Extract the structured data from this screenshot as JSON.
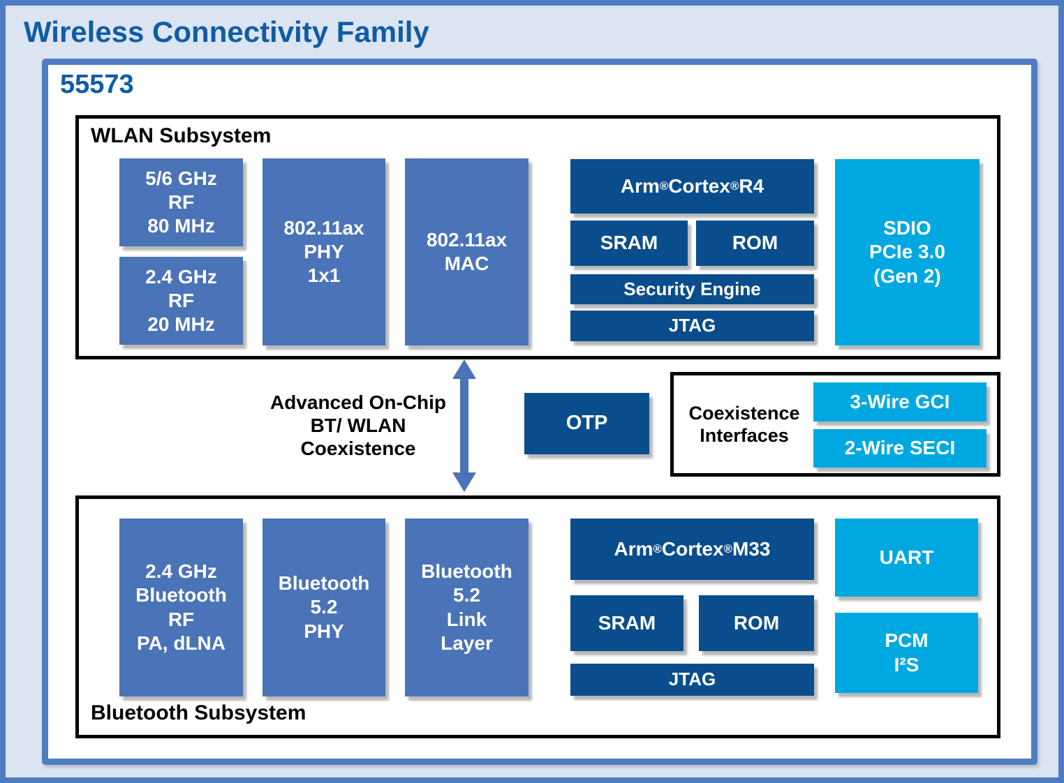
{
  "title": "Wireless Connectivity Family",
  "chip": {
    "name": "55573"
  },
  "colors": {
    "background": "#dce3f1",
    "frame_blue": "#4f7dc2",
    "title_blue": "#0f5ca6",
    "block_blue": "#4a73b8",
    "block_navy": "#0a4d8c",
    "block_cyan": "#00a8e1",
    "box_border": "#000000"
  },
  "wlan": {
    "label": "WLAN Subsystem",
    "blocks": {
      "rf5": "5/6 GHz\nRF\n80 MHz",
      "rf24": "2.4 GHz\nRF\n20 MHz",
      "phy": "802.11ax\nPHY\n1x1",
      "mac": "802.11ax\nMAC",
      "cpu": "Arm® Cortex® R4",
      "sram": "SRAM",
      "rom": "ROM",
      "security": "Security Engine",
      "jtag": "JTAG",
      "host_if": "SDIO\nPCIe 3.0\n(Gen 2)"
    }
  },
  "middle": {
    "coexistence_note": "Advanced On-Chip\nBT/ WLAN\nCoexistence",
    "otp": "OTP",
    "coexistence_interfaces": {
      "label": "Coexistence\nInterfaces",
      "gci": "3-Wire GCI",
      "seci": "2-Wire SECI"
    }
  },
  "bluetooth": {
    "label": "Bluetooth Subsystem",
    "blocks": {
      "rf": "2.4 GHz\nBluetooth\nRF\nPA, dLNA",
      "phy": "Bluetooth\n5.2\nPHY",
      "link": "Bluetooth\n5.2\nLink\nLayer",
      "cpu": "Arm® Cortex® M33",
      "sram": "SRAM",
      "rom": "ROM",
      "jtag": "JTAG",
      "uart": "UART",
      "pcm": "PCM\nI²S"
    }
  }
}
